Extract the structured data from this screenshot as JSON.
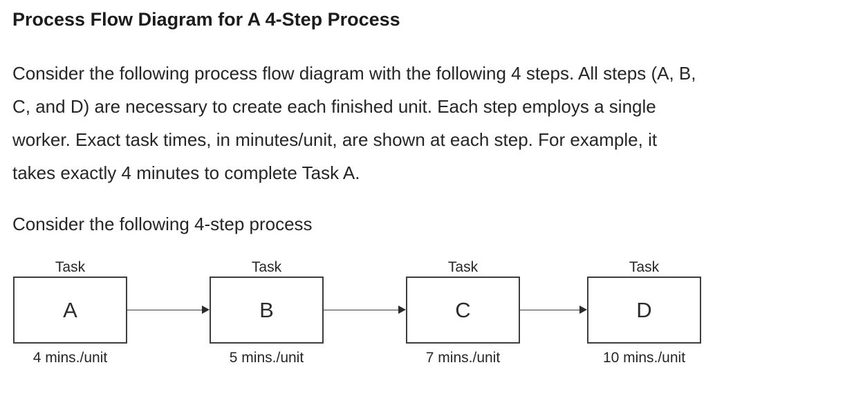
{
  "title": "Process Flow Diagram for A 4-Step Process",
  "intro": {
    "lines": [
      "Consider the following process flow diagram with the following 4 steps. All steps (A, B,",
      "C, and D) are necessary to create each finished unit. Each step employs a single",
      "worker. Exact task times, in minutes/unit, are shown at each step. For example, it",
      "takes exactly 4 minutes to complete Task A."
    ]
  },
  "subheading": "Consider the following 4-step process",
  "diagram": {
    "steps": [
      {
        "header": "Task",
        "letter": "A",
        "time": "4 mins./unit"
      },
      {
        "header": "Task",
        "letter": "B",
        "time": "5 mins./unit"
      },
      {
        "header": "Task",
        "letter": "C",
        "time": "7 mins./unit"
      },
      {
        "header": "Task",
        "letter": "D",
        "time": "10 mins./unit"
      }
    ]
  },
  "colors": {
    "text": "#262626",
    "line": "#3d3d3d",
    "background": "#ffffff"
  }
}
